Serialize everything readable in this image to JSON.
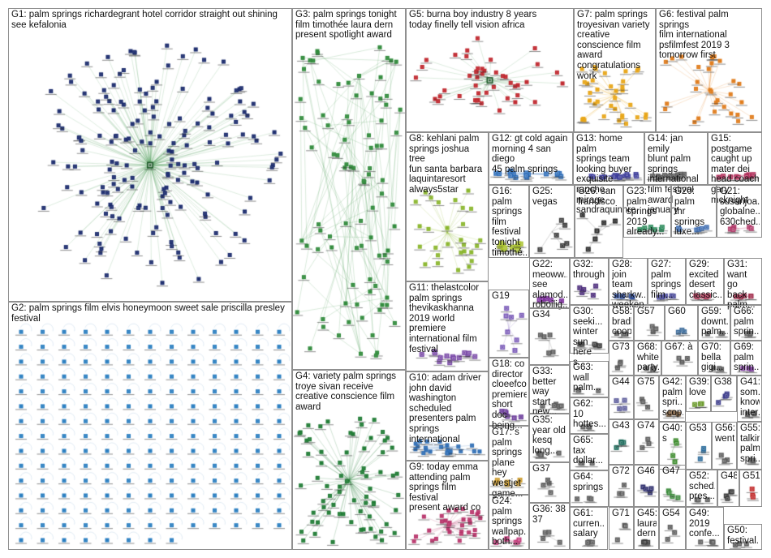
{
  "groups": [
    {
      "id": "G1",
      "label": "G1: palm springs richardegrant hotel corridor straight out shining\nsee kefalonia",
      "color": "#1a2a6c",
      "nodes": 170
    },
    {
      "id": "G2",
      "label": "G2: palm springs film elvis honeymoon sweet sale priscilla presley\nfestival",
      "color": "#2b7fc1",
      "nodes": 190
    },
    {
      "id": "G3",
      "label": "G3: palm springs tonight\nfilm timothée laura dern\npresent spotlight award",
      "color": "#2f8a3a",
      "nodes": 90
    },
    {
      "id": "G4",
      "label": "G4: variety palm springs\ntroye sivan receive\ncreative conscience film\naward",
      "color": "#1d7a32",
      "nodes": 70
    },
    {
      "id": "G5",
      "label": "G5: burna boy industry 8 years\ntoday finelly tell vision africa",
      "color": "#c0262d",
      "nodes": 45
    },
    {
      "id": "G6",
      "label": "G6: festival palm springs\nfilm international\npsfilmfest 2019 3\ntomorrow first",
      "color": "#e07b1a",
      "nodes": 30
    },
    {
      "id": "G7",
      "label": "G7: palm springs\ntroyesivan variety\ncreative conscience film\naward congratulations\nwork",
      "color": "#e8a515",
      "nodes": 35
    },
    {
      "id": "G8",
      "label": "G8: kehlani palm\nsprings joshua tree\nfun santa barbara\nlaquintaresort\nalways5star",
      "color": "#8ab62c",
      "nodes": 28
    },
    {
      "id": "G9",
      "label": "G9: today emma\nattending palm\nsprings film festival\npresent award co",
      "color": "#b8336a",
      "nodes": 30
    },
    {
      "id": "G10",
      "label": "G10: adam driver\njohn david\nwashington\nscheduled\npresenters palm\nsprings\ninternational",
      "color": "#2f6eb5",
      "nodes": 22
    },
    {
      "id": "G11",
      "label": "G11: thelastcolor\npalm springs\nthevikaskhanna\n2019 world\npremiere\ninternational film\nfestival",
      "color": "#7a4aa8",
      "nodes": 14
    },
    {
      "id": "G12",
      "label": "G12: gt cold again\nmorning 4 san diego\n45 palm springs",
      "color": "#2a6bb8",
      "nodes": 16
    },
    {
      "id": "G13",
      "label": "G13: home palm\nsprings team\nlooking buyer\nexquisite rancho\nmirage\nsandraquinnre",
      "color": "#3b3b9a",
      "nodes": 14
    },
    {
      "id": "G14",
      "label": "G14: jan emily\nblunt palm\nsprings\ninternational\nfilm festival\naward january",
      "color": "#5a5a5a",
      "nodes": 12
    },
    {
      "id": "G15",
      "label": "G15:\npostgame\ncaught up\nmater dei\nhead coach\ngary\nmcknight",
      "color": "#b22d5a",
      "nodes": 10
    },
    {
      "id": "G16",
      "label": "G16:\npalm\nsprings\nfilm\nfestival\ntonight\ntimothé...",
      "color": "#a9c22a",
      "nodes": 12
    },
    {
      "id": "G17",
      "label": "G17: s\npalm\nsprings\nplane hey\nwestjet\ngame...",
      "color": "#cc9a2a",
      "nodes": 6
    },
    {
      "id": "G18",
      "label": "G18: co\ndirector\ncloeefco...\npremiered\nshort doc\nbeing...",
      "color": "#6a3a9a",
      "nodes": 6
    },
    {
      "id": "G19",
      "label": "G19",
      "color": "#7a5ab8",
      "nodes": 8
    },
    {
      "id": "G20",
      "label": "G20: palm\nthr\nsprings\nluxe...",
      "color": "#3a6ab0",
      "nodes": 6
    },
    {
      "id": "G21",
      "label": "G21:\nsusanjoa...\nglobalne...\n630ched...",
      "color": "#b23a6a",
      "nodes": 6
    },
    {
      "id": "G22",
      "label": "G22:\nmeoww...\nsee\nalamod...\nroboilig...",
      "color": "#7a2a9a",
      "nodes": 6
    },
    {
      "id": "G23",
      "label": "G23: palm\nsprings\n2019\nalready...",
      "color": "#2a8a5a",
      "nodes": 6
    },
    {
      "id": "G24",
      "label": "G24:\npalm\nsprings\nwallpap...\nboth...",
      "color": "#c23a7a",
      "nodes": 6
    },
    {
      "id": "G25",
      "label": "G25:\nvegas",
      "color": "#3a3a3a",
      "nodes": 6
    },
    {
      "id": "G26",
      "label": "G26: san\nfrancisco",
      "color": "#222222",
      "nodes": 6
    },
    {
      "id": "G27",
      "label": "G27:\npalm\nsprings\nfilm...",
      "color": "#4a4a9a",
      "nodes": 5
    },
    {
      "id": "G28",
      "label": "G28: join\nteam\nsharkw...\nweeken...",
      "color": "#2a4a9a",
      "nodes": 5
    },
    {
      "id": "G29",
      "label": "G29:\nexcited\ndesert\nclassic...",
      "color": "#b23a5a",
      "nodes": 5
    },
    {
      "id": "G30",
      "label": "G30:\nseeki...\nwinter\nsun\nhere s...",
      "color": "#3a3a3a",
      "nodes": 5
    },
    {
      "id": "G31",
      "label": "G31:\nwant go\nback\npalm...",
      "color": "#a02a4a",
      "nodes": 5
    },
    {
      "id": "G32",
      "label": "G32:\nthrough",
      "color": "#4a2a7a",
      "nodes": 5
    },
    {
      "id": "G33",
      "label": "G33:\nbetter\nway start\nnew...",
      "color": "#5a5a5a",
      "nodes": 5
    },
    {
      "id": "G34",
      "label": "G34",
      "color": "#5a5a5a",
      "nodes": 5
    },
    {
      "id": "G35",
      "label": "G35:\nyear old\nkesq\nlong...",
      "color": "#5a5a5a",
      "nodes": 5
    },
    {
      "id": "G36",
      "label": "G36: 38\n37",
      "color": "#5a5a5a",
      "nodes": 4
    },
    {
      "id": "G37",
      "label": "G37",
      "color": "#5a5a5a",
      "nodes": 4
    },
    {
      "id": "G38",
      "label": "G38",
      "color": "#3a3a8a",
      "nodes": 4
    },
    {
      "id": "G39",
      "label": "G39:\nlove",
      "color": "#6a9a2a",
      "nodes": 4
    },
    {
      "id": "G40",
      "label": "G40: s",
      "color": "#3a8a2a",
      "nodes": 4
    },
    {
      "id": "G41",
      "label": "G41:\nsom...\nknow\ninter...",
      "color": "#5a5a5a",
      "nodes": 4
    },
    {
      "id": "G42",
      "label": "G42:\npalm\nspri...\nscop...",
      "color": "#7a5a3a",
      "nodes": 4
    },
    {
      "id": "G43",
      "label": "G43",
      "color": "#1a6a5a",
      "nodes": 4
    },
    {
      "id": "G44",
      "label": "G44",
      "color": "#5a5a9a",
      "nodes": 4
    },
    {
      "id": "G45",
      "label": "G45:\nlaura\ndern",
      "color": "#3a3a3a",
      "nodes": 4
    },
    {
      "id": "G46",
      "label": "G46",
      "color": "#2a2a6a",
      "nodes": 4
    },
    {
      "id": "G47",
      "label": "G47",
      "color": "#3a8a3a",
      "nodes": 4
    },
    {
      "id": "G48",
      "label": "G48",
      "color": "#3a3a3a",
      "nodes": 4
    },
    {
      "id": "G49",
      "label": "G49:\n2019\nconfe...",
      "color": "#5a5a5a",
      "nodes": 4
    },
    {
      "id": "G50",
      "label": "G50:\nfestival...",
      "color": "#5a5a5a",
      "nodes": 3
    },
    {
      "id": "G51",
      "label": "G51",
      "color": "#c22a2a",
      "nodes": 3
    },
    {
      "id": "G52",
      "label": "G52:\nsched...\npres...",
      "color": "#5a5a5a",
      "nodes": 3
    },
    {
      "id": "G53",
      "label": "G53",
      "color": "#2a6a9a",
      "nodes": 3
    },
    {
      "id": "G54",
      "label": "G54",
      "color": "#5a5a5a",
      "nodes": 3
    },
    {
      "id": "G55",
      "label": "G55:\ntalkin\npalm\nspri...",
      "color": "#5a5a5a",
      "nodes": 3
    },
    {
      "id": "G56",
      "label": "G56:\nwent",
      "color": "#5a5a5a",
      "nodes": 3
    },
    {
      "id": "G57",
      "label": "G57",
      "color": "#5a5a5a",
      "nodes": 3
    },
    {
      "id": "G58",
      "label": "G58:\nbradley\ncoope...",
      "color": "#5a5a5a",
      "nodes": 3
    },
    {
      "id": "G59",
      "label": "G59:\ndownt...\npalm...",
      "color": "#5a5a5a",
      "nodes": 3
    },
    {
      "id": "G60",
      "label": "G60",
      "color": "#3a6a9a",
      "nodes": 3
    },
    {
      "id": "G61",
      "label": "G61:\ncurren...\nsalary",
      "color": "#5a5a5a",
      "nodes": 3
    },
    {
      "id": "G62",
      "label": "G62:\n10\nhottes...",
      "color": "#5a5a5a",
      "nodes": 3
    },
    {
      "id": "G63",
      "label": "G63:\nwall\npalm...",
      "color": "#5a5a5a",
      "nodes": 3
    },
    {
      "id": "G64",
      "label": "G64:\nsprings",
      "color": "#5a5a5a",
      "nodes": 3
    },
    {
      "id": "G65",
      "label": "G65:\ntax\ndollar...",
      "color": "#5a5a5a",
      "nodes": 3
    },
    {
      "id": "G66",
      "label": "G66:\npalm\nsprin...",
      "color": "#5a5a5a",
      "nodes": 3
    },
    {
      "id": "G67",
      "label": "G67: à",
      "color": "#5a5a5a",
      "nodes": 3
    },
    {
      "id": "G68",
      "label": "G68:\nwhite\nparty...",
      "color": "#5a5a5a",
      "nodes": 3
    },
    {
      "id": "G69",
      "label": "G69:\npalm\nsprin...",
      "color": "#7a3a9a",
      "nodes": 3
    },
    {
      "id": "G70",
      "label": "G70:\nbella\ngigi...",
      "color": "#5a5a5a",
      "nodes": 3
    },
    {
      "id": "G71",
      "label": "G71",
      "color": "#5a5a5a",
      "nodes": 3
    },
    {
      "id": "G72",
      "label": "G72",
      "color": "#5a5a5a",
      "nodes": 3
    },
    {
      "id": "G73",
      "label": "G73",
      "color": "#5a5a5a",
      "nodes": 3
    },
    {
      "id": "G74",
      "label": "G74",
      "color": "#5a5a5a",
      "nodes": 3
    },
    {
      "id": "G75",
      "label": "G75",
      "color": "#5a5a5a",
      "nodes": 3
    }
  ]
}
